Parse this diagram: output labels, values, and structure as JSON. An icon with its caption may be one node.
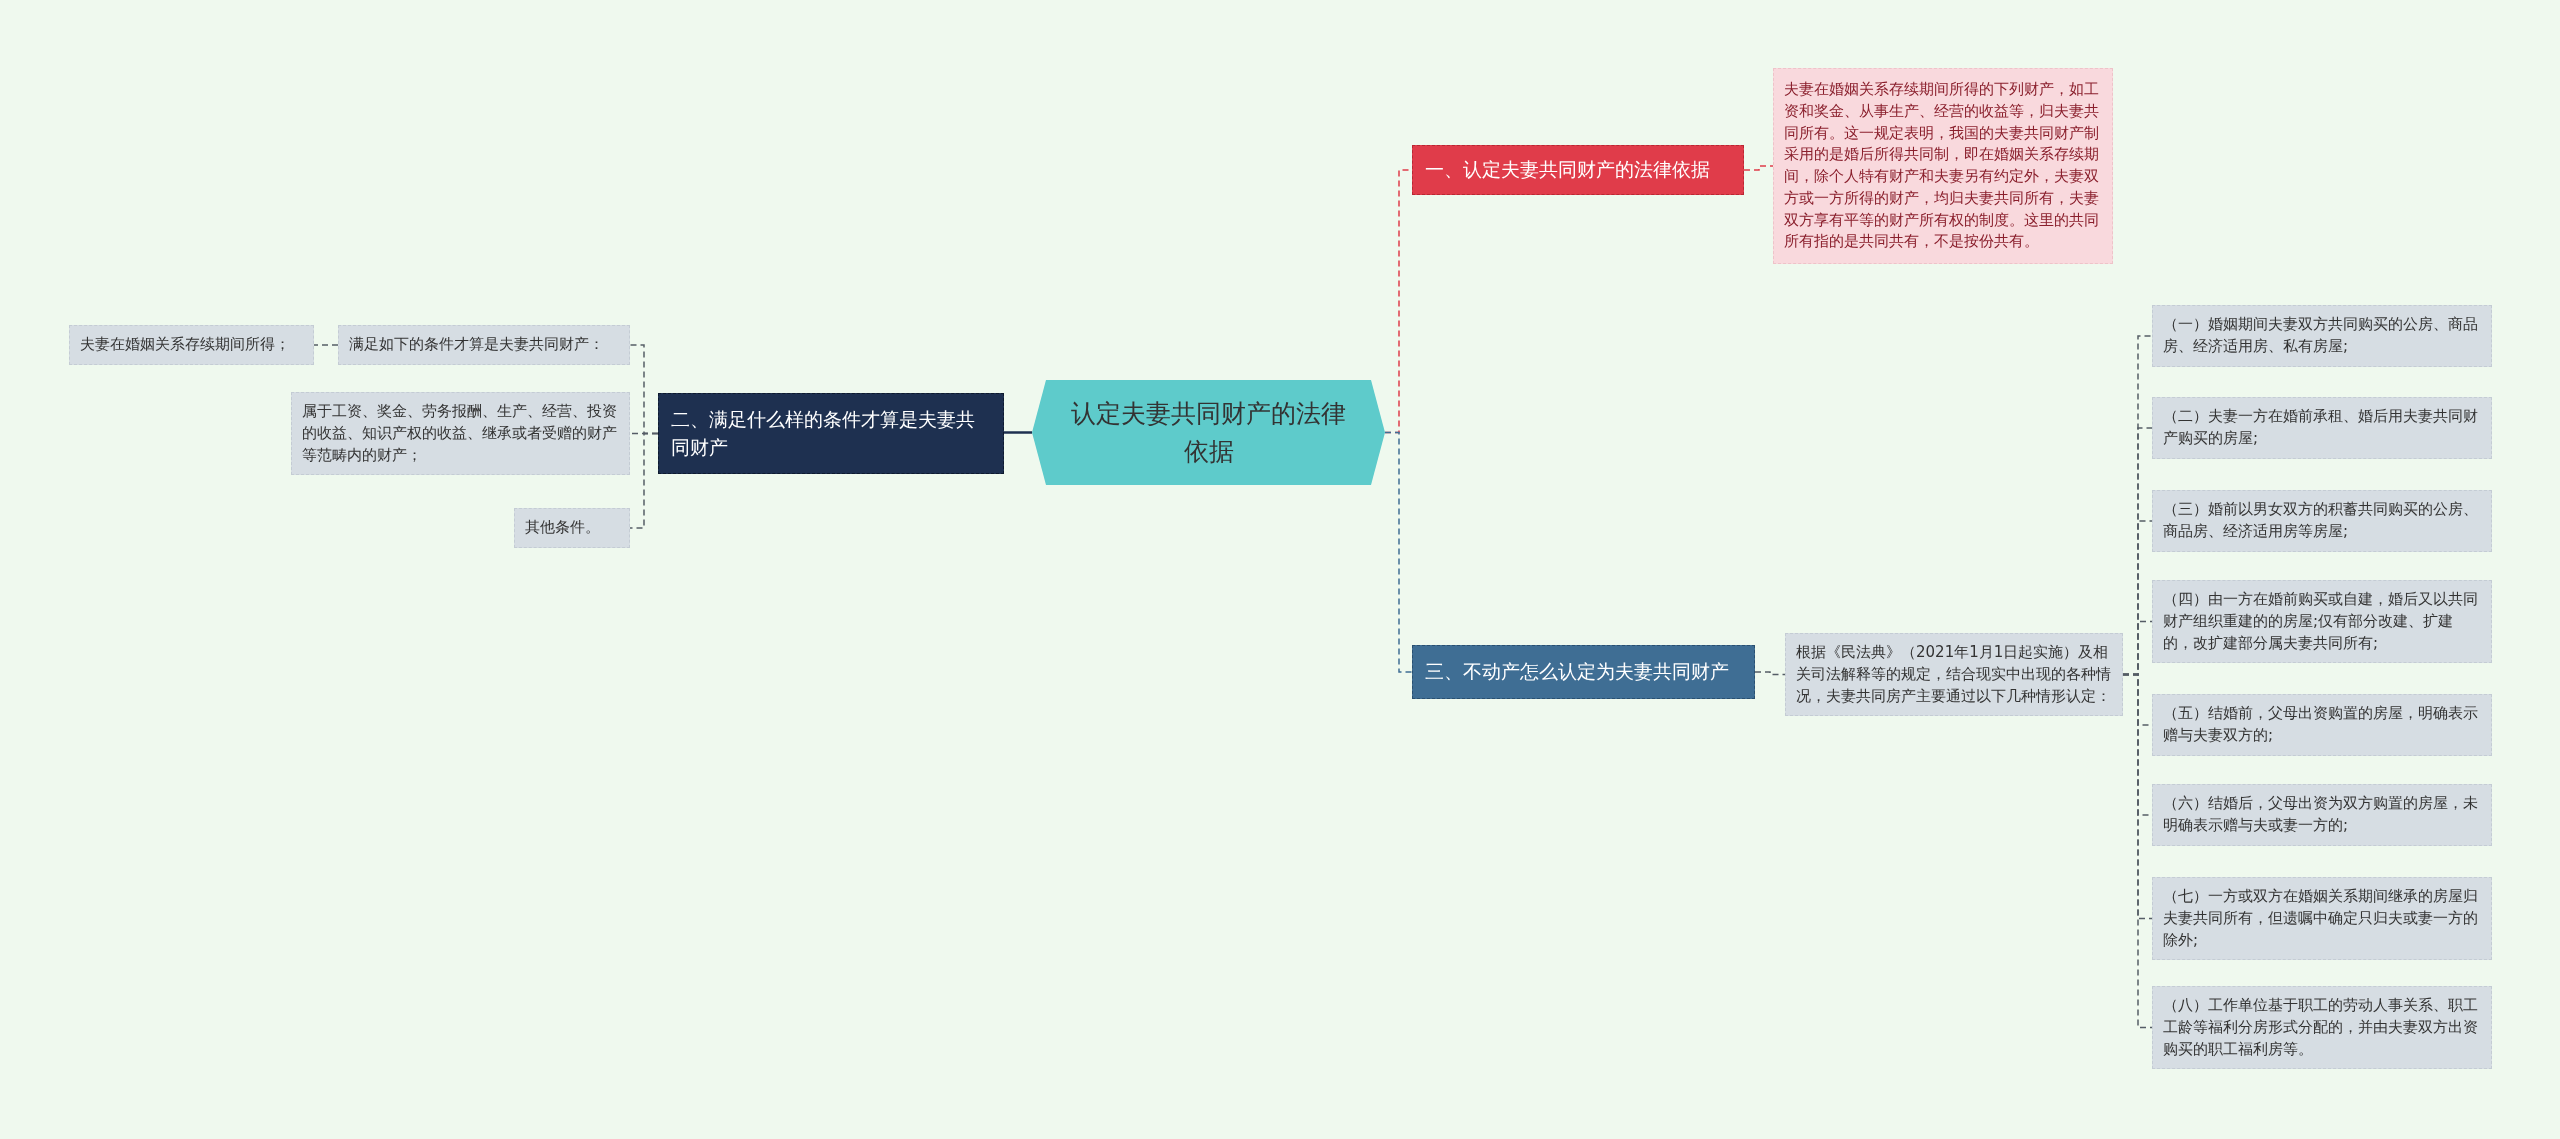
{
  "diagram": {
    "nodes": [
      {
        "text": [
          "认定夫妻共同财产的法律依据"
        ]
      },
      {
        "text": [
          "一、认定夫妻共同财产的法律依据"
        ]
      },
      {
        "text": [
          "夫妻在婚姻关系存续期间所得的下列财产，如工资和奖金、从事生产、经营的收益等，归夫妻共同所有。这一规定表明，我国的夫妻共同财产制采用的是婚后所得共同制，即在婚姻关系存续期间，除个人特有财产和夫妻另有约定外，夫妻双方或一方所得的财产，均归夫妻共同所有，夫妻双方享有平等的财产所有权的制度。这里的共同所有指的是共同共有，不是按份共有。"
        ]
      },
      {
        "text": [
          "二、满足什么样的条件才算是夫妻共同财产"
        ]
      },
      {
        "text": [
          "满足如下的条件才算是夫妻共同财产："
        ]
      },
      {
        "text": [
          "夫妻在婚姻关系存续期间所得；"
        ]
      },
      {
        "text": [
          "属于工资、奖金、劳务报酬、生产、经营、投资的收益、知识产权的收益、继承或者受赠的财产等范畴内的财产；"
        ]
      },
      {
        "text": [
          "其他条件。"
        ]
      },
      {
        "text": [
          "三、不动产怎么认定为夫妻共同财产"
        ]
      },
      {
        "text": [
          "根据《民法典》（2021年1月1日起实施）及相关司法解释等的规定，结合现实中出现的各种情况，夫妻共同房产主要通过以下几种情形认定："
        ]
      },
      {
        "text": [
          "（一）婚姻期间夫妻双方共同购买的公房、商品房、经济适用房、私有房屋;"
        ]
      },
      {
        "text": [
          "（二）夫妻一方在婚前承租、婚后用夫妻共同财产购买的房屋;"
        ]
      },
      {
        "text": [
          "（三）婚前以男女双方的积蓄共同购买的公房、商品房、经济适用房等房屋;"
        ]
      },
      {
        "text": [
          "（四）由一方在婚前购买或自建，婚后又以共同财产组织重建的的房屋;仅有部分改建、扩建的，改扩建部分属夫妻共同所有;"
        ]
      },
      {
        "text": [
          "（五）结婚前，父母出资购置的房屋，明确表示赠与夫妻双方的;"
        ]
      },
      {
        "text": [
          "（六）结婚后，父母出资为双方购置的房屋，未明确表示赠与夫或妻一方的;"
        ]
      },
      {
        "text": [
          "（七）一方或双方在婚姻关系期间继承的房屋归夫妻共同所有，但遗嘱中确定只归夫或妻一方的除外;"
        ]
      },
      {
        "text": [
          "（八）工作单位基于职工的劳动人事关系、职工工龄等福利分房形式分配的，并由夫妻双方出资购买的职工福利房等。"
        ]
      }
    ],
    "edges": [
      {
        "from": 0,
        "to": 1,
        "arrow": "none",
        "style": "dashed",
        "color": "#e03c4a"
      },
      {
        "from": 1,
        "to": 2,
        "arrow": "none",
        "style": "dashed",
        "color": "#e03c4a"
      },
      {
        "from": 0,
        "to": 3,
        "arrow": "none",
        "color": "#1e3050"
      },
      {
        "from": 3,
        "to": 4,
        "arrow": "none",
        "style": "dashed"
      },
      {
        "from": 4,
        "to": 5,
        "arrow": "none",
        "style": "dashed"
      },
      {
        "from": 3,
        "to": 6,
        "arrow": "none",
        "style": "dashed"
      },
      {
        "from": 3,
        "to": 7,
        "arrow": "none",
        "style": "dashed"
      },
      {
        "from": 0,
        "to": 8,
        "arrow": "none",
        "style": "dashed",
        "color": "#3f6e94"
      },
      {
        "from": 8,
        "to": 9,
        "arrow": "none",
        "style": "dashed"
      },
      {
        "from": 9,
        "to": 10,
        "arrow": "none",
        "style": "dashed"
      },
      {
        "from": 9,
        "to": 11,
        "arrow": "none",
        "style": "dashed"
      },
      {
        "from": 9,
        "to": 12,
        "arrow": "none",
        "style": "dashed"
      },
      {
        "from": 9,
        "to": 13,
        "arrow": "none",
        "style": "dashed"
      },
      {
        "from": 9,
        "to": 14,
        "arrow": "none",
        "style": "dashed"
      },
      {
        "from": 9,
        "to": 15,
        "arrow": "none",
        "style": "dashed"
      },
      {
        "from": 9,
        "to": 16,
        "arrow": "none",
        "style": "dashed"
      },
      {
        "from": 9,
        "to": 17,
        "arrow": "none",
        "style": "dashed"
      }
    ]
  }
}
